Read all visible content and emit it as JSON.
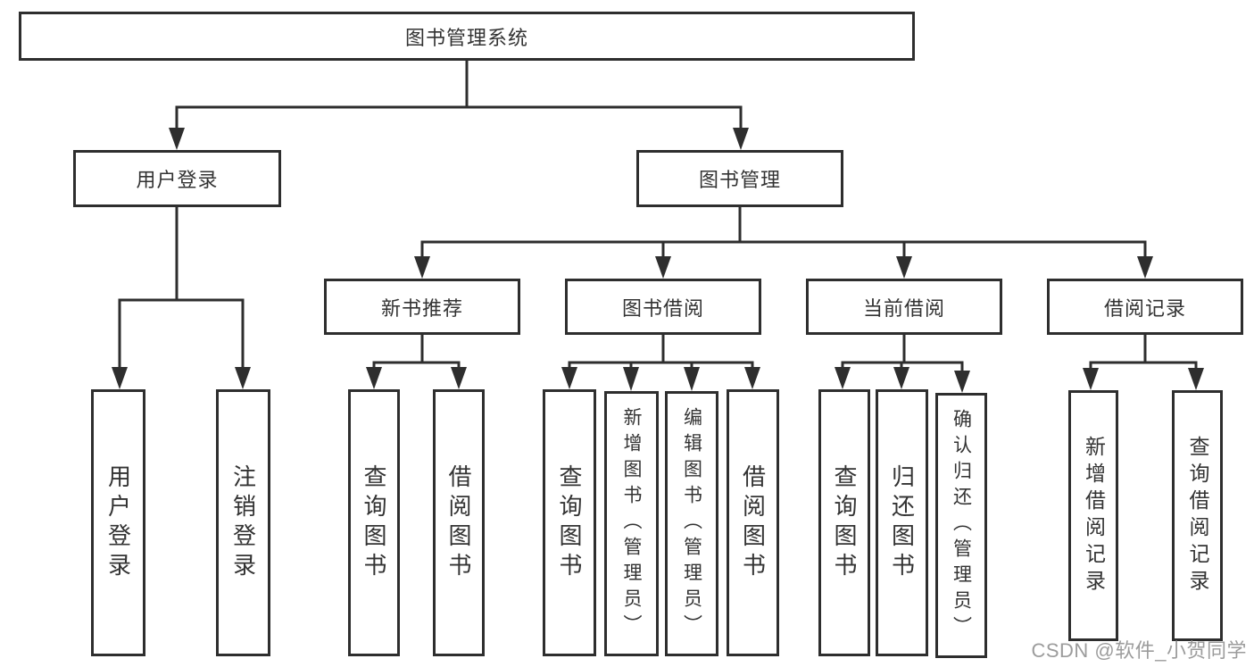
{
  "diagram": {
    "root": {
      "label": "图书管理系统"
    },
    "level2": {
      "user_login": {
        "label": "用户登录"
      },
      "book_management": {
        "label": "图书管理"
      }
    },
    "level3": {
      "new_book_recommend": {
        "label": "新书推荐"
      },
      "book_borrowing": {
        "label": "图书借阅"
      },
      "current_borrowing": {
        "label": "当前借阅"
      },
      "borrowing_records": {
        "label": "借阅记录"
      }
    },
    "leaves": {
      "user_login": {
        "label": "用户登录"
      },
      "logout": {
        "label": "注销登录"
      },
      "nb_query_books": {
        "label": "查询图书"
      },
      "nb_borrow_books": {
        "label": "借阅图书"
      },
      "bb_query_books": {
        "label": "查询图书"
      },
      "bb_add_books": {
        "label": "新增图书（管理员）"
      },
      "bb_edit_books": {
        "label": "编辑图书（管理员）"
      },
      "bb_borrow_books": {
        "label": "借阅图书"
      },
      "cb_query_books": {
        "label": "查询图书"
      },
      "cb_return_books": {
        "label": "归还图书"
      },
      "cb_confirm_return": {
        "label": "确认归还（管理员）"
      },
      "br_add_record": {
        "label": "新增借阅记录"
      },
      "br_query_record": {
        "label": "查询借阅记录"
      }
    }
  },
  "watermark": {
    "text": "CSDN @软件_小贺同学"
  },
  "colors": {
    "line": "#2e2e2e",
    "text": "#333333",
    "box_background": "#ffffff",
    "page_background": "#ffffff",
    "watermark": "#9c9c9c"
  }
}
